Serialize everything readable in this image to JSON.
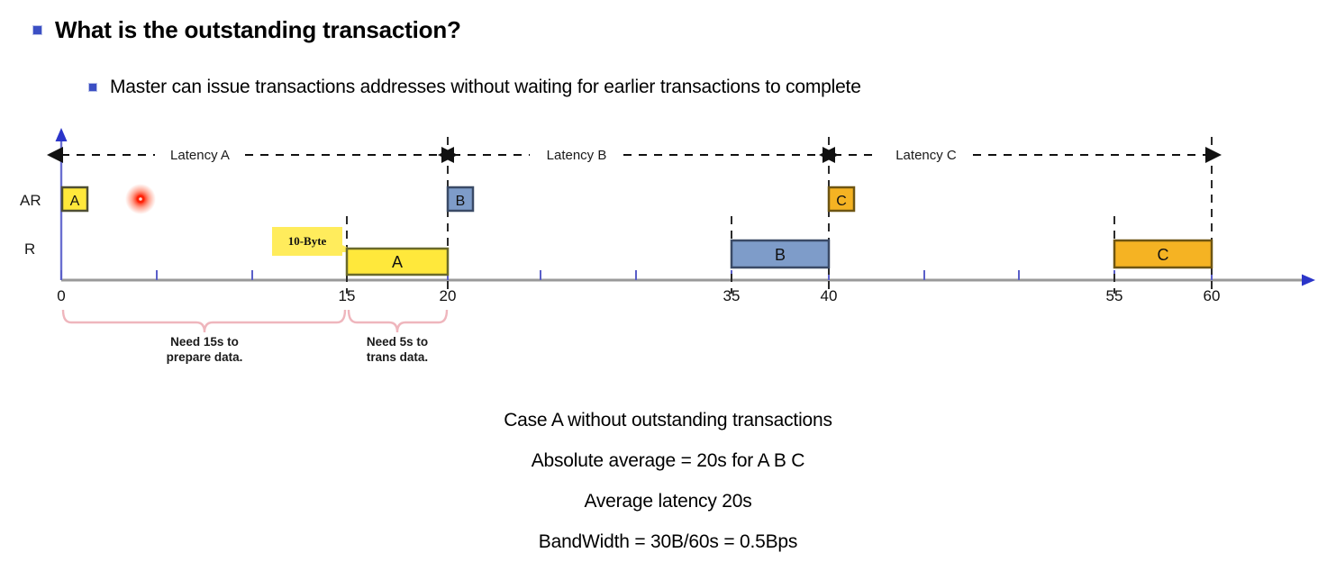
{
  "slide": {
    "title": "What is the outstanding transaction?",
    "subtitle": "Master can issue transactions addresses without waiting for earlier transactions to complete",
    "bullet_color": "#3b4fc4"
  },
  "chart_data": {
    "type": "timeline",
    "title": "",
    "xlabel": "",
    "ylabel": "",
    "xlim": [
      0,
      63
    ],
    "xticks": [
      0,
      5,
      10,
      15,
      20,
      25,
      30,
      35,
      40,
      45,
      50,
      55,
      60
    ],
    "xtick_labels": [
      "0",
      "15",
      "20",
      "35",
      "40",
      "55",
      "60"
    ],
    "labeled_ticks": [
      0,
      15,
      20,
      35,
      40,
      55,
      60
    ],
    "grid": false,
    "lanes": [
      {
        "name": "AR",
        "label": "AR"
      },
      {
        "name": "R",
        "label": "R"
      }
    ],
    "address_markers": [
      {
        "label": "A",
        "t": 0,
        "color": "#ffe83b",
        "border": "#5a5a3a"
      },
      {
        "label": "B",
        "t": 20,
        "color": "#7e9cc9",
        "border": "#3c4a63"
      },
      {
        "label": "C",
        "t": 40,
        "color": "#f5b323",
        "border": "#7a5c12"
      }
    ],
    "data_bars": [
      {
        "label": "A",
        "start": 15,
        "end": 20,
        "color": "#ffe83b",
        "border": "#6a6a2a"
      },
      {
        "label": "B",
        "start": 35,
        "end": 40,
        "color": "#7e9cc9",
        "border": "#3c4a63"
      },
      {
        "label": "C",
        "start": 55,
        "end": 60,
        "color": "#f5b323",
        "border": "#7a5c12"
      }
    ],
    "latency_spans": [
      {
        "label": "Latency A",
        "start": 0,
        "end": 20
      },
      {
        "label": "Latency B",
        "start": 20,
        "end": 40
      },
      {
        "label": "Latency C",
        "start": 40,
        "end": 60
      }
    ],
    "annotations": [
      {
        "name": "callout",
        "text": "10-Byte",
        "t": 15,
        "color": "#ffec5c"
      }
    ],
    "braces": [
      {
        "start": 0,
        "end": 15,
        "line1": "Need 15s to",
        "line2": "prepare data.",
        "color": "#efb6bd"
      },
      {
        "start": 15,
        "end": 20,
        "line1": "Need 5s to",
        "line2": "trans data.",
        "color": "#efb6bd"
      }
    ],
    "cursor": {
      "name": "laser-pointer",
      "t": 4.4,
      "color": "#f32a17"
    }
  },
  "summary": {
    "lines": [
      "Case A without outstanding transactions",
      "Absolute average = 20s for A B C",
      "Average latency 20s",
      "BandWidth = 30B/60s = 0.5Bps"
    ]
  }
}
